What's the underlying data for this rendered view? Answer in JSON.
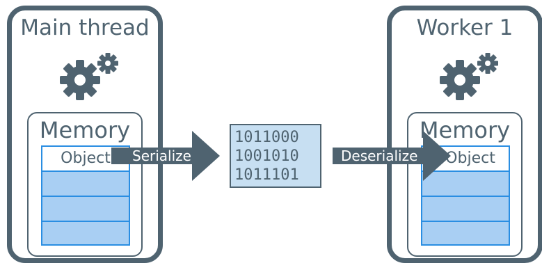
{
  "main_thread": {
    "title": "Main thread",
    "memory_label": "Memory",
    "object_label": "Object"
  },
  "worker": {
    "title": "Worker 1",
    "memory_label": "Memory",
    "object_label": "Object"
  },
  "serialize_label": "Serialize",
  "deserialize_label": "Deserialize",
  "binary_lines": [
    "1011000",
    "1001010",
    "1011101"
  ],
  "icons": [
    "gears-icon"
  ],
  "colors": {
    "frame": "#4f6370",
    "memory_fill": "#a9cff3",
    "memory_border": "#2a8ee2",
    "binary_fill": "#c7dff2"
  }
}
